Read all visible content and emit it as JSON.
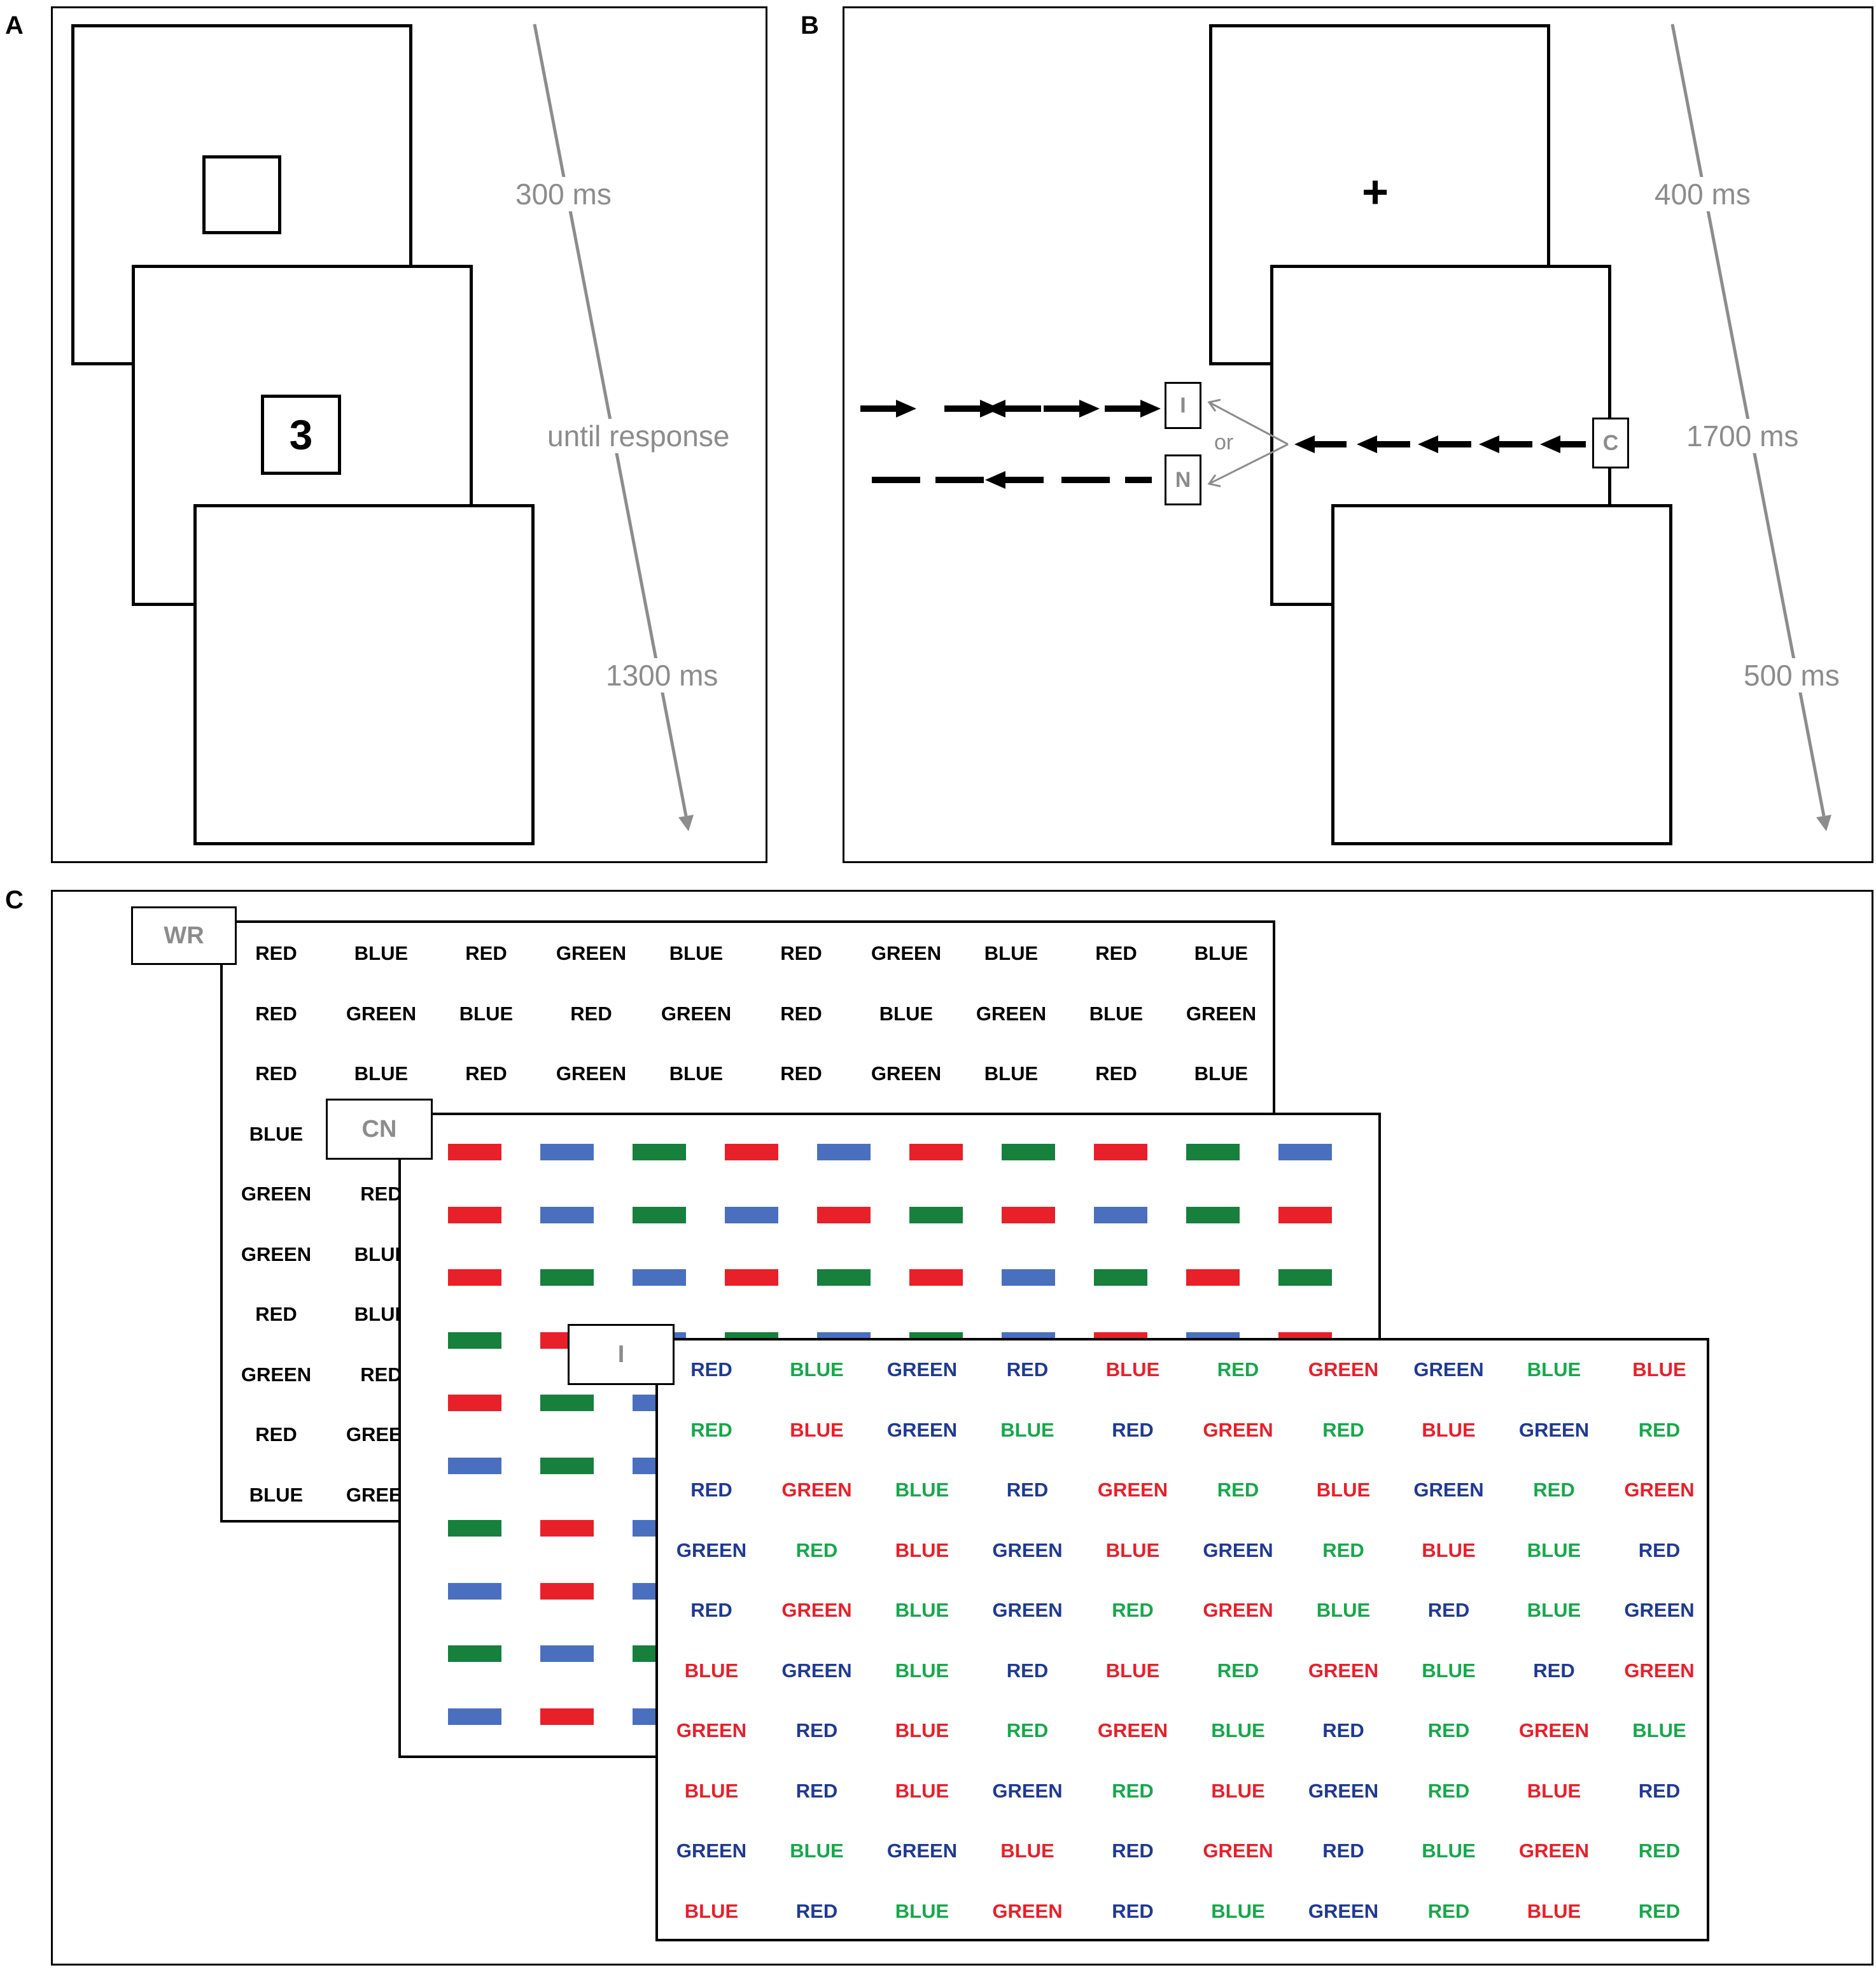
{
  "panel_a": {
    "label": "A",
    "stimulus": "3",
    "times": [
      "300 ms",
      "until response",
      "1300 ms"
    ]
  },
  "panel_b": {
    "label": "B",
    "fixation": "+",
    "condition_incongruent": "I",
    "condition_neutral": "N",
    "condition_congruent": "C",
    "or_text": "or",
    "times": [
      "400 ms",
      "1700 ms",
      "500 ms"
    ]
  },
  "panel_c": {
    "label": "C",
    "wr": {
      "tag": "WR",
      "rows": [
        [
          "RED",
          "BLUE",
          "RED",
          "GREEN",
          "BLUE",
          "RED",
          "GREEN",
          "BLUE",
          "RED",
          "BLUE"
        ],
        [
          "RED",
          "GREEN",
          "BLUE",
          "RED",
          "GREEN",
          "RED",
          "BLUE",
          "GREEN",
          "BLUE",
          "GREEN"
        ],
        [
          "RED",
          "BLUE",
          "RED",
          "GREEN",
          "BLUE",
          "RED",
          "GREEN",
          "BLUE",
          "RED",
          "BLUE"
        ],
        [
          "BLUE"
        ],
        [
          "GREEN",
          "RED"
        ],
        [
          "GREEN",
          "BLUE"
        ],
        [
          "RED",
          "BLUE"
        ],
        [
          "GREEN",
          "RED"
        ],
        [
          "RED",
          "GREEN"
        ],
        [
          "BLUE",
          "GREEN"
        ]
      ]
    },
    "cn": {
      "tag": "CN",
      "bar_rows": [
        [
          "red",
          "blue",
          "green",
          "red",
          "blue",
          "red",
          "green",
          "red",
          "green",
          "blue"
        ],
        [
          "red",
          "blue",
          "green",
          "blue",
          "red",
          "green",
          "red",
          "blue",
          "green",
          "red"
        ],
        [
          "red",
          "green",
          "blue",
          "red",
          "green",
          "red",
          "blue",
          "green",
          "red",
          "green"
        ],
        [
          "green",
          "red",
          "blue",
          "green",
          "blue",
          "green",
          "blue",
          "red",
          "blue",
          "red"
        ],
        [
          "red",
          "green",
          "blue"
        ],
        [
          "blue",
          "green",
          "blue"
        ],
        [
          "green",
          "red",
          "blue"
        ],
        [
          "blue",
          "red",
          "blue"
        ],
        [
          "green",
          "blue",
          "green"
        ],
        [
          "blue",
          "red",
          "blue"
        ]
      ]
    },
    "incongruent": {
      "tag": "I",
      "rows": [
        [
          [
            "RED",
            "blue"
          ],
          [
            "BLUE",
            "green"
          ],
          [
            "GREEN",
            "blue"
          ],
          [
            "RED",
            "blue"
          ],
          [
            "BLUE",
            "red"
          ],
          [
            "RED",
            "green"
          ],
          [
            "GREEN",
            "red"
          ],
          [
            "GREEN",
            "blue"
          ],
          [
            "BLUE",
            "green"
          ],
          [
            "BLUE",
            "red"
          ]
        ],
        [
          [
            "RED",
            "green"
          ],
          [
            "BLUE",
            "red"
          ],
          [
            "GREEN",
            "blue"
          ],
          [
            "BLUE",
            "green"
          ],
          [
            "RED",
            "blue"
          ],
          [
            "GREEN",
            "red"
          ],
          [
            "RED",
            "green"
          ],
          [
            "BLUE",
            "red"
          ],
          [
            "GREEN",
            "blue"
          ],
          [
            "RED",
            "green"
          ]
        ],
        [
          [
            "RED",
            "blue"
          ],
          [
            "GREEN",
            "red"
          ],
          [
            "BLUE",
            "green"
          ],
          [
            "RED",
            "blue"
          ],
          [
            "GREEN",
            "red"
          ],
          [
            "RED",
            "green"
          ],
          [
            "BLUE",
            "red"
          ],
          [
            "GREEN",
            "blue"
          ],
          [
            "RED",
            "green"
          ],
          [
            "GREEN",
            "red"
          ]
        ],
        [
          [
            "GREEN",
            "blue"
          ],
          [
            "RED",
            "green"
          ],
          [
            "BLUE",
            "red"
          ],
          [
            "GREEN",
            "blue"
          ],
          [
            "BLUE",
            "red"
          ],
          [
            "GREEN",
            "blue"
          ],
          [
            "RED",
            "green"
          ],
          [
            "BLUE",
            "red"
          ],
          [
            "BLUE",
            "green"
          ],
          [
            "RED",
            "blue"
          ]
        ],
        [
          [
            "RED",
            "blue"
          ],
          [
            "GREEN",
            "red"
          ],
          [
            "BLUE",
            "green"
          ],
          [
            "GREEN",
            "blue"
          ],
          [
            "RED",
            "green"
          ],
          [
            "GREEN",
            "red"
          ],
          [
            "BLUE",
            "green"
          ],
          [
            "RED",
            "blue"
          ],
          [
            "BLUE",
            "green"
          ],
          [
            "GREEN",
            "blue"
          ]
        ],
        [
          [
            "BLUE",
            "red"
          ],
          [
            "GREEN",
            "blue"
          ],
          [
            "BLUE",
            "green"
          ],
          [
            "RED",
            "blue"
          ],
          [
            "BLUE",
            "red"
          ],
          [
            "RED",
            "green"
          ],
          [
            "GREEN",
            "red"
          ],
          [
            "BLUE",
            "green"
          ],
          [
            "RED",
            "blue"
          ],
          [
            "GREEN",
            "red"
          ]
        ],
        [
          [
            "GREEN",
            "red"
          ],
          [
            "RED",
            "blue"
          ],
          [
            "BLUE",
            "red"
          ],
          [
            "RED",
            "green"
          ],
          [
            "GREEN",
            "red"
          ],
          [
            "BLUE",
            "green"
          ],
          [
            "RED",
            "blue"
          ],
          [
            "RED",
            "green"
          ],
          [
            "GREEN",
            "red"
          ],
          [
            "BLUE",
            "green"
          ]
        ],
        [
          [
            "BLUE",
            "red"
          ],
          [
            "RED",
            "blue"
          ],
          [
            "BLUE",
            "red"
          ],
          [
            "GREEN",
            "blue"
          ],
          [
            "RED",
            "green"
          ],
          [
            "BLUE",
            "red"
          ],
          [
            "GREEN",
            "blue"
          ],
          [
            "RED",
            "green"
          ],
          [
            "BLUE",
            "red"
          ],
          [
            "RED",
            "blue"
          ]
        ],
        [
          [
            "GREEN",
            "blue"
          ],
          [
            "BLUE",
            "green"
          ],
          [
            "GREEN",
            "blue"
          ],
          [
            "BLUE",
            "red"
          ],
          [
            "RED",
            "blue"
          ],
          [
            "GREEN",
            "red"
          ],
          [
            "RED",
            "blue"
          ],
          [
            "BLUE",
            "green"
          ],
          [
            "GREEN",
            "red"
          ],
          [
            "RED",
            "green"
          ]
        ],
        [
          [
            "BLUE",
            "red"
          ],
          [
            "RED",
            "blue"
          ],
          [
            "BLUE",
            "green"
          ],
          [
            "GREEN",
            "red"
          ],
          [
            "RED",
            "blue"
          ],
          [
            "BLUE",
            "green"
          ],
          [
            "GREEN",
            "blue"
          ],
          [
            "RED",
            "green"
          ],
          [
            "BLUE",
            "red"
          ],
          [
            "RED",
            "green"
          ]
        ]
      ]
    }
  },
  "colors": {
    "red": "#e8202a",
    "blue": "#1f3a93",
    "green": "#16a84a",
    "bar_red": "#e8202a",
    "bar_blue": "#4a6fbf",
    "bar_green": "#16803c",
    "gray": "#8c8c8c"
  }
}
